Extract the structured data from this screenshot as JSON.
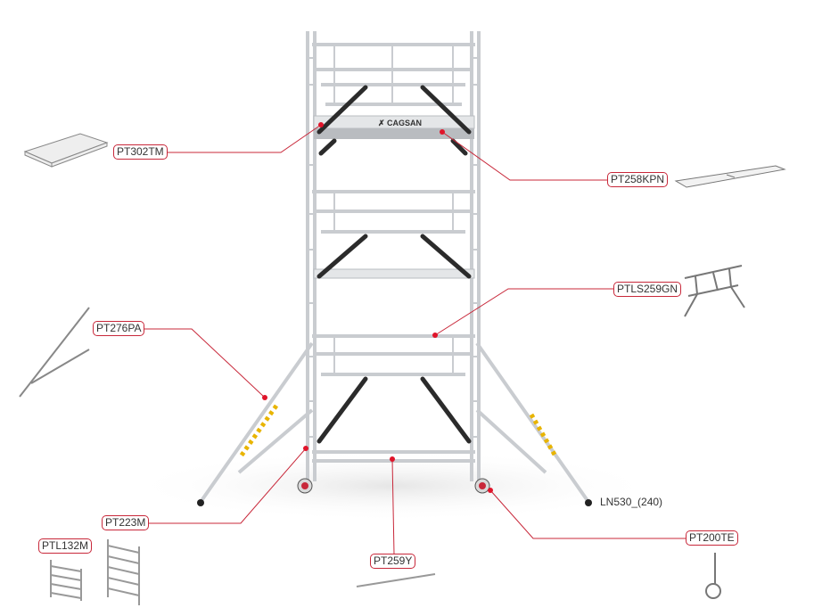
{
  "brand": "CAGSAN",
  "colors": {
    "accent": "#c8283a",
    "frame": "#c9ccd0",
    "brace": "#2b2b2b",
    "platform": "#b9bcc0"
  },
  "parts": {
    "pt302tm": "PT302TM",
    "pt258kpn": "PT258KPN",
    "ptls259gn": "PTLS259GN",
    "pt276pa": "PT276PA",
    "pt223m": "PT223M",
    "ptl132m": "PTL132M",
    "pt259y": "PT259Y",
    "pt200te": "PT200TE",
    "ln530": "LN530_(240)"
  }
}
